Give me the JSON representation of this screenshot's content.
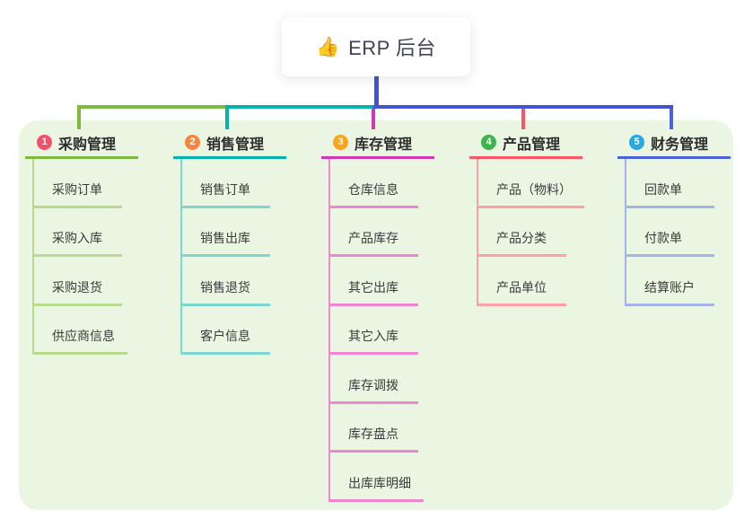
{
  "root": {
    "icon": "👍",
    "label": "ERP 后台"
  },
  "colors": {
    "page_bg": "#ffffff",
    "panel_bg": "#eaf5e2",
    "root_line": "#4254d3",
    "root_text": "#3d4456",
    "branch_text": "#2d2d2d",
    "child_text": "#3b3b3b"
  },
  "branches": [
    {
      "badge": "1",
      "badge_color": "#f4506b",
      "label": "采购管理",
      "line_color": "#7bba3f",
      "child_line_color": "#b7da8f",
      "children": [
        "采购订单",
        "采购入库",
        "采购退货",
        "供应商信息"
      ]
    },
    {
      "badge": "2",
      "badge_color": "#f6863e",
      "label": "销售管理",
      "line_color": "#00b3ab",
      "child_line_color": "#7ed6d0",
      "children": [
        "销售订单",
        "销售出库",
        "销售退货",
        "客户信息"
      ]
    },
    {
      "badge": "3",
      "badge_color": "#f8a41d",
      "label": "库存管理",
      "line_color": "#d238b6",
      "child_line_color": "#ee86d3",
      "children": [
        "仓库信息",
        "产品库存",
        "其它出库",
        "其它入库",
        "库存调拨",
        "库存盘点",
        "出库库明细"
      ]
    },
    {
      "badge": "4",
      "badge_color": "#3cb54d",
      "label": "产品管理",
      "line_color": "#fb5566",
      "child_line_color": "#ff9fa6",
      "children": [
        "产品（物料）",
        "产品分类",
        "产品单位"
      ]
    },
    {
      "badge": "5",
      "badge_color": "#29a9e1",
      "label": "财务管理",
      "line_color": "#4a63d6",
      "child_line_color": "#a3b4e8",
      "children": [
        "回款单",
        "付款单",
        "结算账户"
      ]
    }
  ]
}
